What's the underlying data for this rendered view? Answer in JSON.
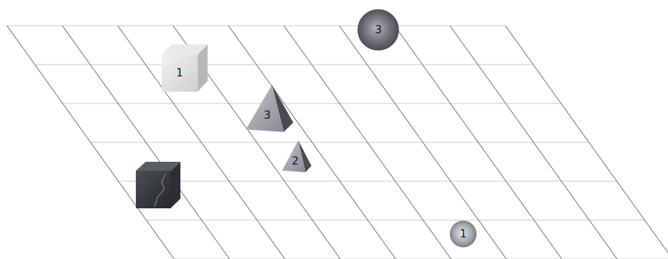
{
  "diagram": {
    "nodes": [
      {
        "text": [
          "3"
        ]
      },
      {
        "text": [
          "1"
        ]
      },
      {
        "text": [
          "3"
        ]
      },
      {
        "text": [
          "2"
        ]
      },
      {
        "text": [
          "1"
        ]
      }
    ]
  }
}
